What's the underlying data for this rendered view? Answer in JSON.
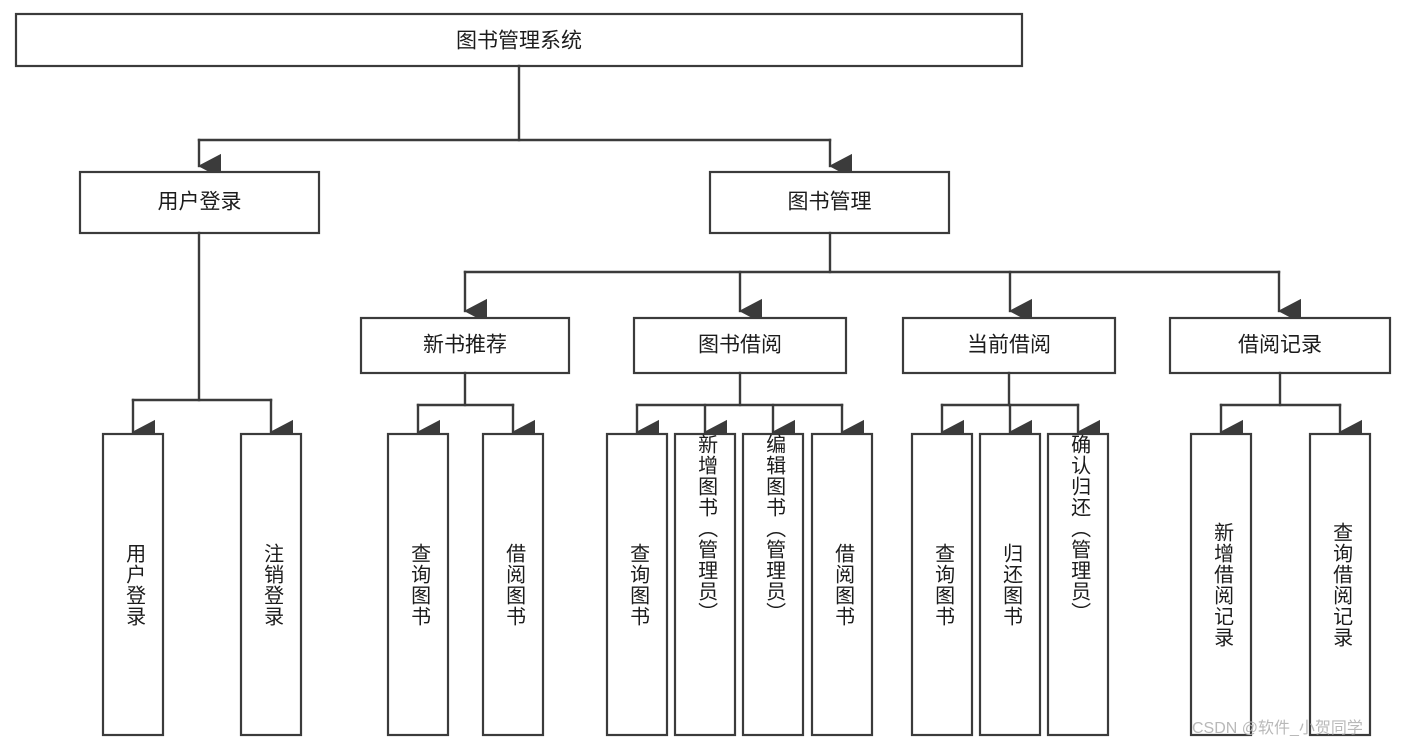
{
  "diagram": {
    "title_node": {
      "label": "图书管理系统"
    },
    "level2": [
      {
        "id": "user-login",
        "label": "用户登录"
      },
      {
        "id": "book-management",
        "label": "图书管理"
      }
    ],
    "level3": [
      {
        "id": "new-book-recommend",
        "label": "新书推荐"
      },
      {
        "id": "book-borrow",
        "label": "图书借阅"
      },
      {
        "id": "current-borrow",
        "label": "当前借阅"
      },
      {
        "id": "borrow-record",
        "label": "借阅记录"
      }
    ],
    "leaves": {
      "user_login": [
        {
          "id": "leaf-user-login",
          "label": "用户登录"
        },
        {
          "id": "leaf-logout-login",
          "label": "注销登录"
        }
      ],
      "new_book_recommend": [
        {
          "id": "leaf-query-book-1",
          "label": "查询图书"
        },
        {
          "id": "leaf-borrow-book-1",
          "label": "借阅图书"
        }
      ],
      "book_borrow": [
        {
          "id": "leaf-query-book-2",
          "label": "查询图书"
        },
        {
          "id": "leaf-add-book",
          "label": "新增图书（管理员）"
        },
        {
          "id": "leaf-edit-book",
          "label": "编辑图书（管理员）"
        },
        {
          "id": "leaf-borrow-book-2",
          "label": "借阅图书"
        }
      ],
      "current_borrow": [
        {
          "id": "leaf-query-book-3",
          "label": "查询图书"
        },
        {
          "id": "leaf-return-book",
          "label": "归还图书"
        },
        {
          "id": "leaf-confirm-return",
          "label": "确认归还（管理员）"
        }
      ],
      "borrow_record": [
        {
          "id": "leaf-add-borrow-record",
          "label": "新增借阅记录"
        },
        {
          "id": "leaf-query-borrow-record",
          "label": "查询借阅记录"
        }
      ]
    }
  },
  "watermark": {
    "text": "CSDN @软件_小贺同学"
  },
  "colors": {
    "stroke": "#3b3b3b",
    "fill": "#ffffff",
    "text": "#1c1c1c",
    "watermark": "#b9b9b9"
  }
}
